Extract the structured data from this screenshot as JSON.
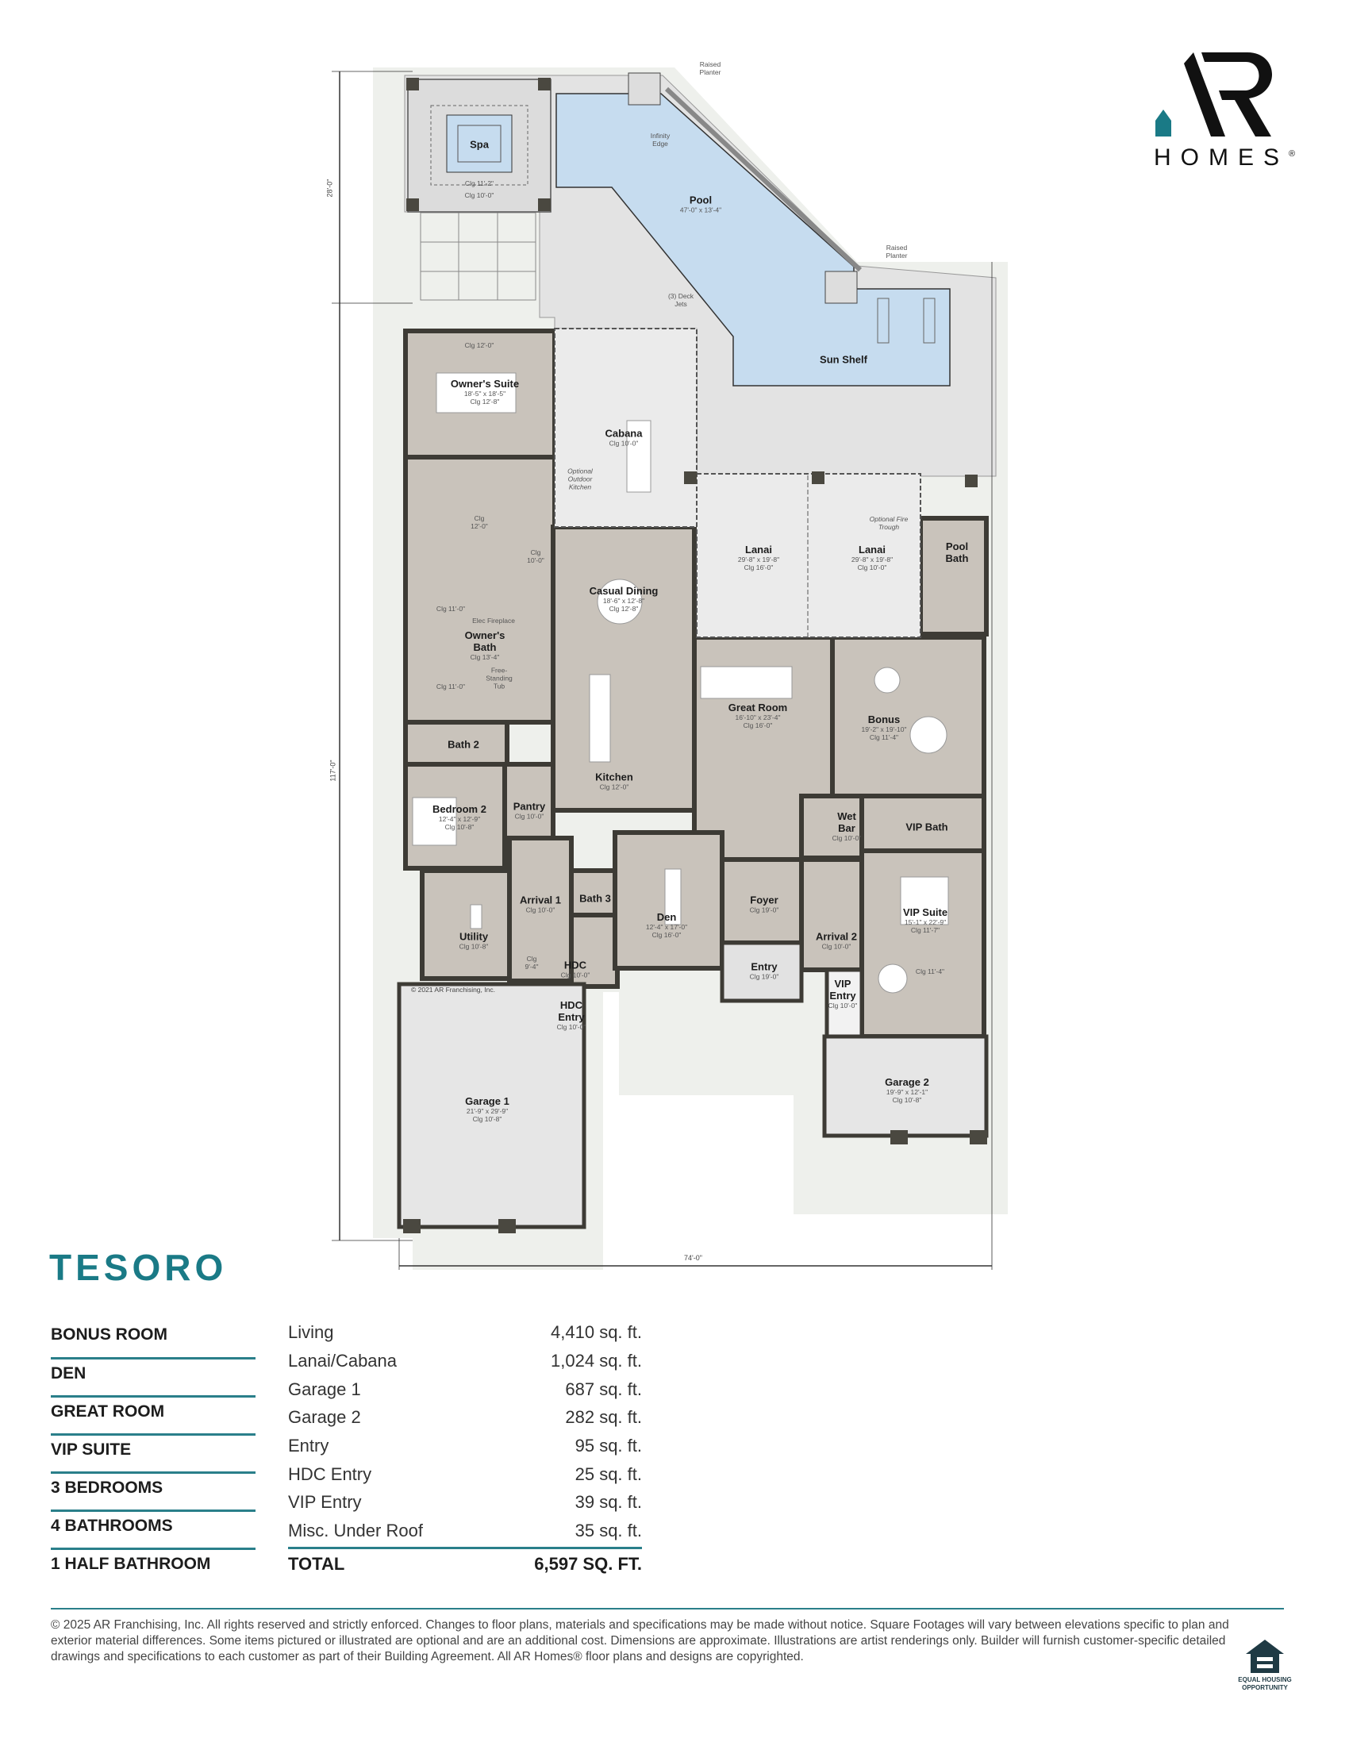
{
  "brand": {
    "name": "AR",
    "sub": "HOMES",
    "reg": "®",
    "accent": "#1a7a86"
  },
  "plan_name": "TESORO",
  "dimensions": {
    "left_top": "28'-0\"",
    "left_main": "117'-0\"",
    "bottom": "74'-0\""
  },
  "copyright_plan": "© 2021 AR Franchising, Inc.",
  "rooms": [
    {
      "name": "Spa",
      "dims": "",
      "clg": ""
    },
    {
      "name": "Pool",
      "dims": "47'-0\" x 13'-4\"",
      "clg": ""
    },
    {
      "name": "Sun Shelf",
      "dims": "",
      "clg": ""
    },
    {
      "name": "Owner's Suite",
      "dims": "18'-5\" x 18'-5\"",
      "clg": "Clg 12'-8\""
    },
    {
      "name": "Cabana",
      "dims": "",
      "clg": "Clg 10'-0\""
    },
    {
      "name": "Lanai",
      "dims": "29'-8\" x 19'-8\"",
      "clg": "Clg 16'-0\""
    },
    {
      "name": "Lanai",
      "dims": "29'-8\" x 19'-8\"",
      "clg": "Clg 10'-0\""
    },
    {
      "name": "Pool Bath",
      "dims": "",
      "clg": ""
    },
    {
      "name": "Casual Dining",
      "dims": "18'-6\" x 12'-8\"",
      "clg": "Clg 12'-8\""
    },
    {
      "name": "Owner's Bath",
      "dims": "",
      "clg": "Clg 13'-4\""
    },
    {
      "name": "Bath 2",
      "dims": "",
      "clg": ""
    },
    {
      "name": "Great Room",
      "dims": "16'-10\" x 23'-4\"",
      "clg": "Clg 16'-0\""
    },
    {
      "name": "Bonus",
      "dims": "19'-2\" x 19'-10\"",
      "clg": "Clg 11'-4\""
    },
    {
      "name": "Kitchen",
      "dims": "",
      "clg": "Clg 12'-0\""
    },
    {
      "name": "Bedroom 2",
      "dims": "12'-4\" x 12'-9\"",
      "clg": "Clg 10'-8\""
    },
    {
      "name": "Pantry",
      "dims": "",
      "clg": "Clg 10'-0\""
    },
    {
      "name": "Wet Bar",
      "dims": "",
      "clg": "Clg 10'-0\""
    },
    {
      "name": "VIP Bath",
      "dims": "",
      "clg": ""
    },
    {
      "name": "Arrival 1",
      "dims": "",
      "clg": "Clg 10'-0\""
    },
    {
      "name": "Bath 3",
      "dims": "",
      "clg": ""
    },
    {
      "name": "Den",
      "dims": "12'-4\" x 17'-0\"",
      "clg": "Clg 16'-0\""
    },
    {
      "name": "Foyer",
      "dims": "",
      "clg": "Clg 19'-0\""
    },
    {
      "name": "VIP Suite",
      "dims": "15'-1\" x 22'-9\"",
      "clg": "Clg 11'-7\""
    },
    {
      "name": "Utility",
      "dims": "",
      "clg": "Clg 10'-8\""
    },
    {
      "name": "Arrival 2",
      "dims": "",
      "clg": "Clg 10'-0\""
    },
    {
      "name": "HDC",
      "dims": "",
      "clg": "Clg 10'-0\""
    },
    {
      "name": "Entry",
      "dims": "",
      "clg": "Clg 19'-0\""
    },
    {
      "name": "VIP Entry",
      "dims": "",
      "clg": "Clg 10'-0\""
    },
    {
      "name": "HDC Entry",
      "dims": "",
      "clg": "Clg 10'-0\""
    },
    {
      "name": "Garage 1",
      "dims": "21'-9\" x 29'-9\"",
      "clg": "Clg 10'-8\""
    },
    {
      "name": "Garage 2",
      "dims": "19'-9\" x 12'-1\"",
      "clg": "Clg 10'-8\""
    }
  ],
  "notes": {
    "raised_planter": "Raised Planter",
    "infinity_edge": "Infinity Edge",
    "deck_jets": "(3) Deck Jets",
    "spa_clg1": "Clg 11'-2\"",
    "spa_clg2": "Clg 10'-0\"",
    "owner_clg": "Clg 12'-0\"",
    "closet_clg": "Clg 12'-0\"",
    "hall_clg": "Clg 10'-0\"",
    "bath_clg1": "Clg 11'-0\"",
    "bath_clg2": "Clg 11'-0\"",
    "elec_fireplace": "Elec Fireplace",
    "tub": "Free-Standing Tub",
    "outdoor_kitchen": "Optional Outdoor Kitchen",
    "fire_trough": "Optional Fire Trough",
    "arrival_clg": "Clg 9'-4\"",
    "vip_clg": "Clg 11'-4\""
  },
  "features": [
    "BONUS ROOM",
    "DEN",
    "GREAT ROOM",
    "VIP SUITE",
    "3 BEDROOMS",
    "4 BATHROOMS",
    "1 HALF BATHROOM"
  ],
  "areas": [
    {
      "label": "Living",
      "value": "4,410 sq. ft."
    },
    {
      "label": "Lanai/Cabana",
      "value": "1,024 sq. ft."
    },
    {
      "label": "Garage 1",
      "value": "687 sq. ft."
    },
    {
      "label": "Garage 2",
      "value": "282 sq. ft."
    },
    {
      "label": "Entry",
      "value": "95 sq. ft."
    },
    {
      "label": "HDC Entry",
      "value": "25 sq. ft."
    },
    {
      "label": "VIP Entry",
      "value": "39 sq. ft."
    },
    {
      "label": "Misc. Under Roof",
      "value": "35 sq. ft."
    }
  ],
  "total": {
    "label": "TOTAL",
    "value": "6,597 SQ. FT."
  },
  "footer": "© 2025 AR Franchising, Inc. All rights reserved and strictly enforced. Changes to floor plans, materials and specifications may be made without notice. Square Footages will vary between elevations specific to plan and exterior material differences. Some items pictured or illustrated are optional and are an additional cost. Dimensions are approximate. Illustrations are artist renderings only. Builder will furnish customer-specific detailed drawings and specifications to each customer as part of their Building Agreement. All AR Homes® floor plans and designs are copyrighted.",
  "eho_text": "EQUAL HOUSING OPPORTUNITY"
}
